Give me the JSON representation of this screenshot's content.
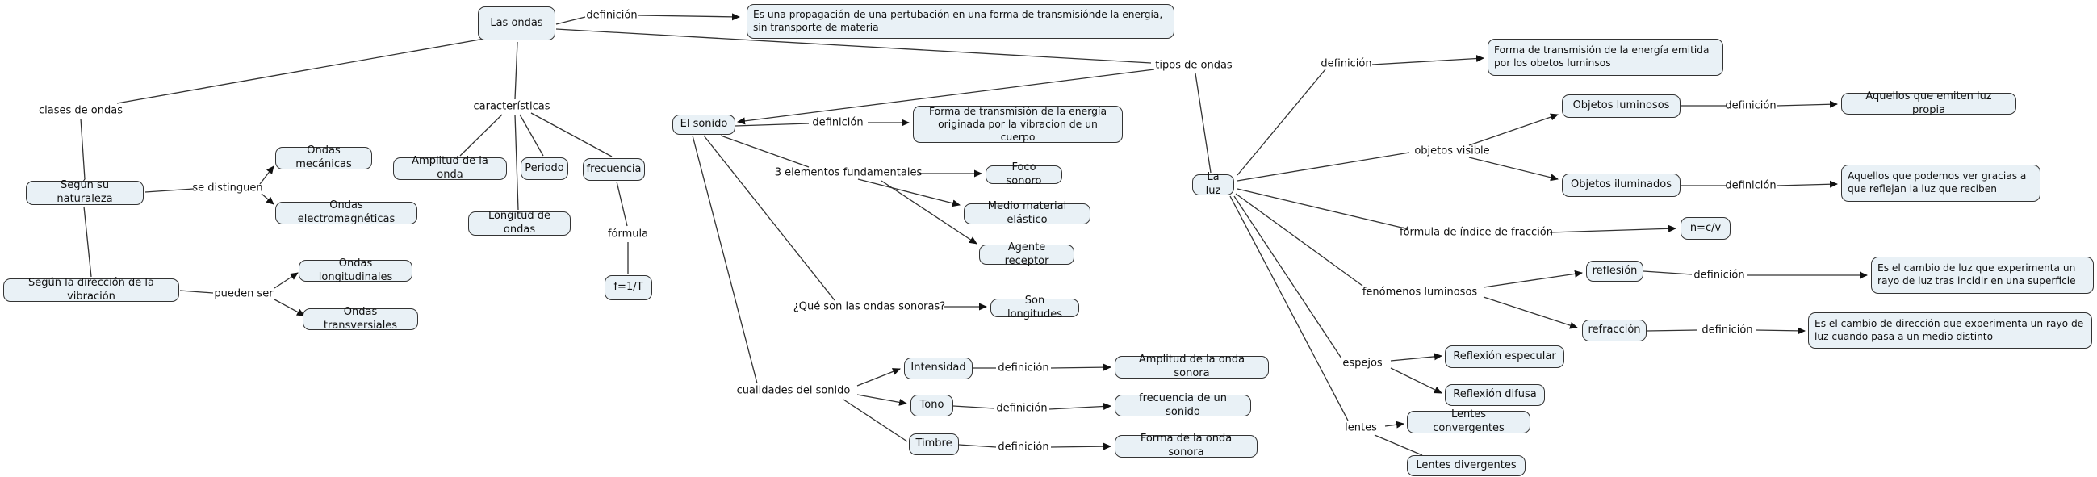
{
  "nodes": {
    "las_ondas": "Las ondas",
    "def_ondas": "Es una propagación de una pertubación en una forma de transmisiónde la energía, sin transporte de materia",
    "segun_naturaleza": "Según su naturaleza",
    "ondas_mecanicas": "Ondas mecánicas",
    "ondas_electromagneticas": "Ondas electromagnéticas",
    "segun_direccion": "Según la dirección de la vibración",
    "ondas_longitudinales": "Ondas longitudinales",
    "ondas_transversales": "Ondas transversiales",
    "amplitud_onda": "Amplitud de la onda",
    "periodo": "Periodo",
    "frecuencia": "frecuencia",
    "longitud_ondas": "Longitud de ondas",
    "f_formula": "f=1/T",
    "el_sonido": "El sonido",
    "def_sonido": "Forma de transmisión de la energía originada por la vibracion de un cuerpo",
    "foco_sonoro": "Foco sonoro",
    "medio_material": "Medio material elástico",
    "agente_receptor": "Agente receptor",
    "son_longitudes": "Son longitudes",
    "intensidad": "Intensidad",
    "tono": "Tono",
    "timbre": "Timbre",
    "amplitud_sonora": "Amplitud de la onda sonora",
    "frecuencia_sonido": "frecuencia de un sonido",
    "forma_onda": "Forma de la onda sonora",
    "la_luz": "La luz",
    "def_luz": "Forma de transmisión de la energía emitida por los obetos luminsos",
    "objetos_luminosos": "Objetos luminosos",
    "def_obj_luminosos": "Aquellos que emiten luz propia",
    "objetos_iluminados": "Objetos iluminados",
    "def_obj_iluminados": "Aquellos que podemos ver gracias a que reflejan la luz que reciben",
    "n_formula": "n=c/v",
    "reflesion": "reflesión",
    "def_reflesion": "Es el cambio de luz que experimenta un rayo de luz tras incidir en una superficie",
    "refraccion": "refracción",
    "def_refraccion": "Es el cambio de dirección que experimenta un rayo de luz cuando pasa a un medio distinto",
    "reflexion_especular": "Reflexión especular",
    "reflexion_difusa": "Reflexión difusa",
    "lentes_convergentes": "Lentes convergentes",
    "lentes_divergentes": "Lentes divergentes"
  },
  "labels": {
    "definicion": "definición",
    "clases": "clases de ondas",
    "caracteristicas": "características",
    "tipos": "tipos de ondas",
    "se_distinguen": "se distinguen",
    "pueden_ser": "pueden ser",
    "formula": "fórmula",
    "tres_elementos": "3 elementos fundamentales",
    "que_son": "¿Qué son las ondas sonoras?",
    "cualidades": "cualidades del sonido",
    "objetos_visible": "objetos visible",
    "formula_indice": "fórmula de índice de fracción",
    "fenomenos": "fenómenos luminosos",
    "espejos": "espejos",
    "lentes": "lentes"
  },
  "colors": {
    "node_fill": "#e9f1f6",
    "node_border": "#333333",
    "line": "#333333",
    "background": "#ffffff"
  }
}
